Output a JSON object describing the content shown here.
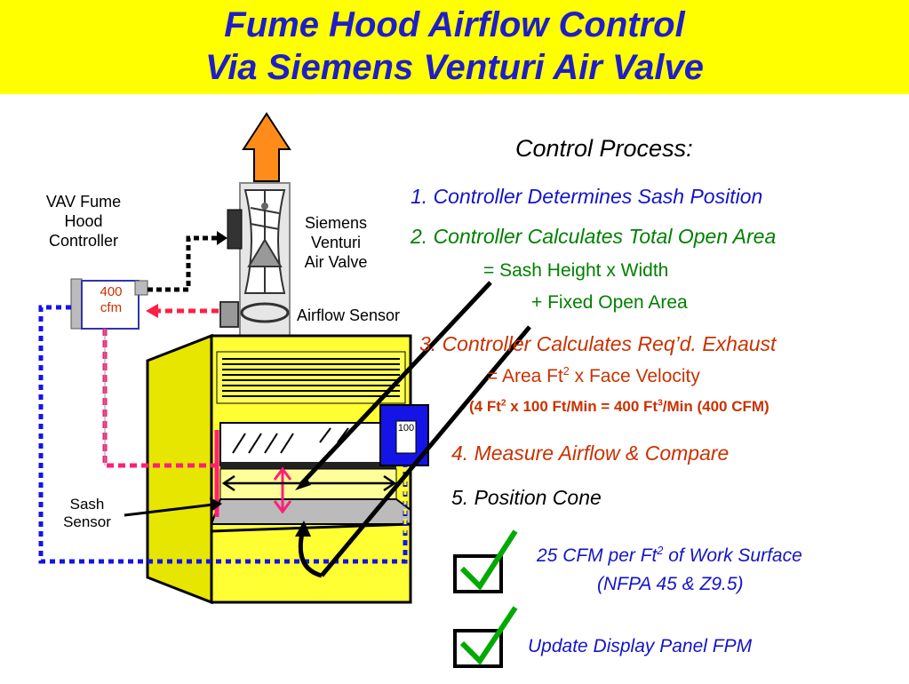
{
  "title": {
    "line1": "Fume Hood Airflow Control",
    "line2": "Via Siemens Venturi Air Valve"
  },
  "labels": {
    "controller": [
      "VAV  Fume",
      "Hood",
      "Controller"
    ],
    "controller_display": [
      "400",
      "cfm"
    ],
    "valve": [
      "Siemens",
      "Venturi",
      "Air Valve"
    ],
    "airflow_sensor": "Airflow  Sensor",
    "sash_sensor": [
      "Sash",
      "Sensor"
    ],
    "display_panel": "100"
  },
  "process": {
    "heading": "Control  Process:",
    "step1": "1.  Controller Determines Sash Position",
    "step2": "2.  Controller Calculates Total Open Area",
    "step2_line1": "=   Sash  Height  x   Width",
    "step2_line2": "+  Fixed  Open  Area",
    "step3": "3.  Controller Calculates Req’d. Exhaust",
    "step3_line1_a": "=   Area  Ft",
    "step3_line1_sup": "2",
    "step3_line1_b": "  x   Face  Velocity",
    "step3_calc_a": "(4 Ft",
    "step3_calc_sup1": "2",
    "step3_calc_b": " x  100 Ft/Min = 400 Ft",
    "step3_calc_sup2": "3",
    "step3_calc_c": "/Min (400 CFM)",
    "step4": "4.  Measure  Airflow & Compare",
    "step5": "5.  Position  Cone"
  },
  "checks": {
    "check1_a": "25",
    "check1_b": " CFM per Ft",
    "check1_sup": "2",
    "check1_c": " of Work Surface",
    "check1_line2": "(NFPA 45  &  Z9.5)",
    "check2": "Update  Display  Panel  FPM"
  },
  "colors": {
    "header_bg": "#ffff00",
    "title": "#1e1ec8",
    "step_blue": "#1414c8",
    "step_green": "#008000",
    "step_red": "#c83200",
    "hood_yellow": "#ffff33",
    "panel_blue": "#1414e6",
    "check_green": "#00aa00",
    "exhaust_orange": "#ff8c1a",
    "signal_red": "#ff1e46",
    "signal_blue": "#1414e6"
  }
}
